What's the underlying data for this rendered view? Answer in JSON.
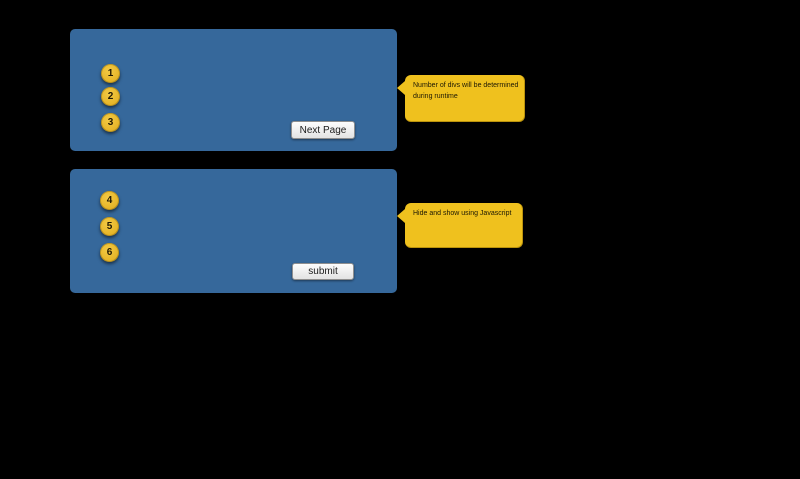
{
  "scene": {
    "background": "#000000"
  },
  "colors": {
    "panel_blue": "#36689B",
    "callout_yellow": "#EFC11E",
    "circle_gold": "#E6B62A"
  },
  "panels": [
    {
      "circles": [
        "1",
        "2",
        "3"
      ],
      "button_label": "Next Page"
    },
    {
      "circles": [
        "4",
        "5",
        "6"
      ],
      "button_label": "submit"
    }
  ],
  "callouts": [
    {
      "text": "Number of divs will be determined during runtime",
      "lines": [
        "Number of divs will be determined",
        "during runtime"
      ]
    },
    {
      "text": "Hide and show using Javascript",
      "lines": [
        "Hide and show using Javascript"
      ]
    }
  ]
}
